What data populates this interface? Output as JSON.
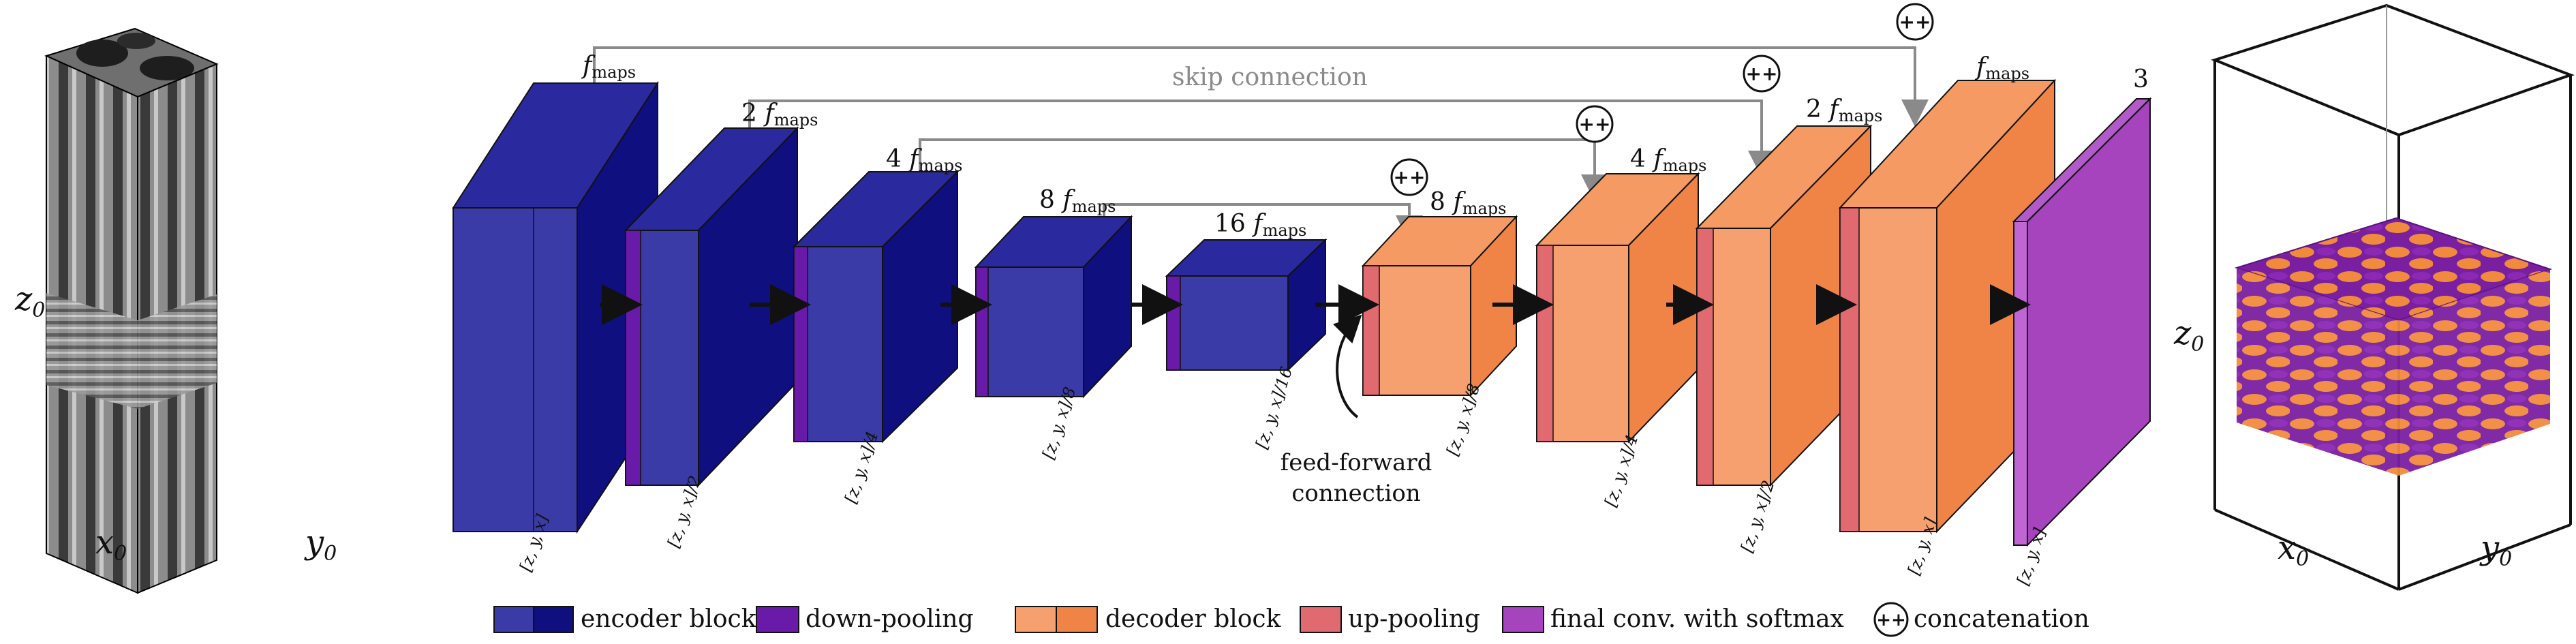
{
  "input_volume": {
    "axis_z": "z",
    "axis_z_sub": "0",
    "axis_x": "x",
    "axis_x_sub": "0",
    "axis_y": "y",
    "axis_y_sub": "0"
  },
  "output_volume": {
    "axis_z": "z",
    "axis_z_sub": "0",
    "axis_x": "x",
    "axis_x_sub": "0",
    "axis_y": "y",
    "axis_y_sub": "0"
  },
  "feature_labels": {
    "f": "f",
    "maps_sub": "maps",
    "enc1": "",
    "enc2": "2",
    "enc3": "4",
    "enc4": "8",
    "bottleneck": "16",
    "dec4": "8",
    "dec3": "4",
    "dec2": "2",
    "dec1": "",
    "final": "3"
  },
  "dim_labels": {
    "enc1": "[z, y, x]",
    "enc2": "[z, y, x]/2",
    "enc3": "[z, y, x]/4",
    "enc4": "[z, y, x]/8",
    "bottleneck": "[z, y, x]/16",
    "dec4": "[z, y, x]/8",
    "dec3": "[z, y, x]/4",
    "dec2": "[z, y, x]/2",
    "dec1": "[z, y, x]",
    "final": "[z, y, x]"
  },
  "annotations": {
    "skip_connection": "skip connection",
    "feed_forward_line1": "feed-forward",
    "feed_forward_line2": "connection",
    "concat_symbol": "++"
  },
  "legend": {
    "encoder": "encoder block",
    "down_pooling": "down-pooling",
    "decoder": "decoder block",
    "up_pooling": "up-pooling",
    "final_conv": "final conv. with softmax",
    "concatenation": "concatenation"
  },
  "colors": {
    "encoder_light": "#3b3ba8",
    "encoder_dark": "#0f0f80",
    "down_pool": "#6a1aa8",
    "decoder_light": "#f6a070",
    "decoder_dark": "#ef8446",
    "up_pool": "#e06a70",
    "final_conv": "#a544bd",
    "skip_line": "#8a8a8a"
  }
}
